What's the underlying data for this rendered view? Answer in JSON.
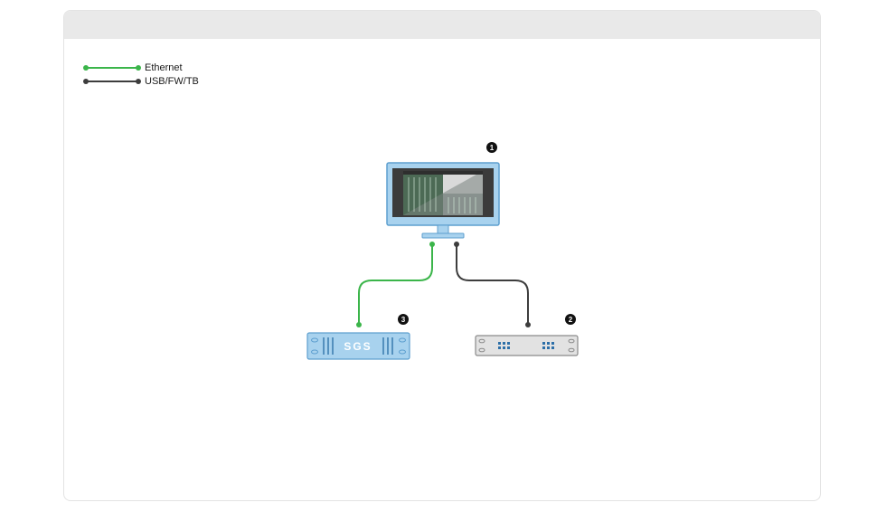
{
  "legend": {
    "items": [
      {
        "label": "Ethernet",
        "color": "#3bb54a"
      },
      {
        "label": "USB/FW/TB",
        "color": "#3d3d3d"
      }
    ]
  },
  "diagram": {
    "nodes": [
      {
        "id": "computer",
        "badge": "1"
      },
      {
        "id": "interface",
        "badge": "2"
      },
      {
        "id": "sgs",
        "badge": "3",
        "label": "SGS"
      }
    ],
    "connections": [
      {
        "from": "computer",
        "to": "sgs",
        "type": "Ethernet"
      },
      {
        "from": "computer",
        "to": "interface",
        "type": "USB/FW/TB"
      }
    ]
  },
  "colors": {
    "ethernet": "#3bb54a",
    "usb": "#3d3d3d",
    "device_blue": "#a8d2ee",
    "device_border": "#5d9fcf",
    "interface_gray": "#e2e2e2"
  }
}
